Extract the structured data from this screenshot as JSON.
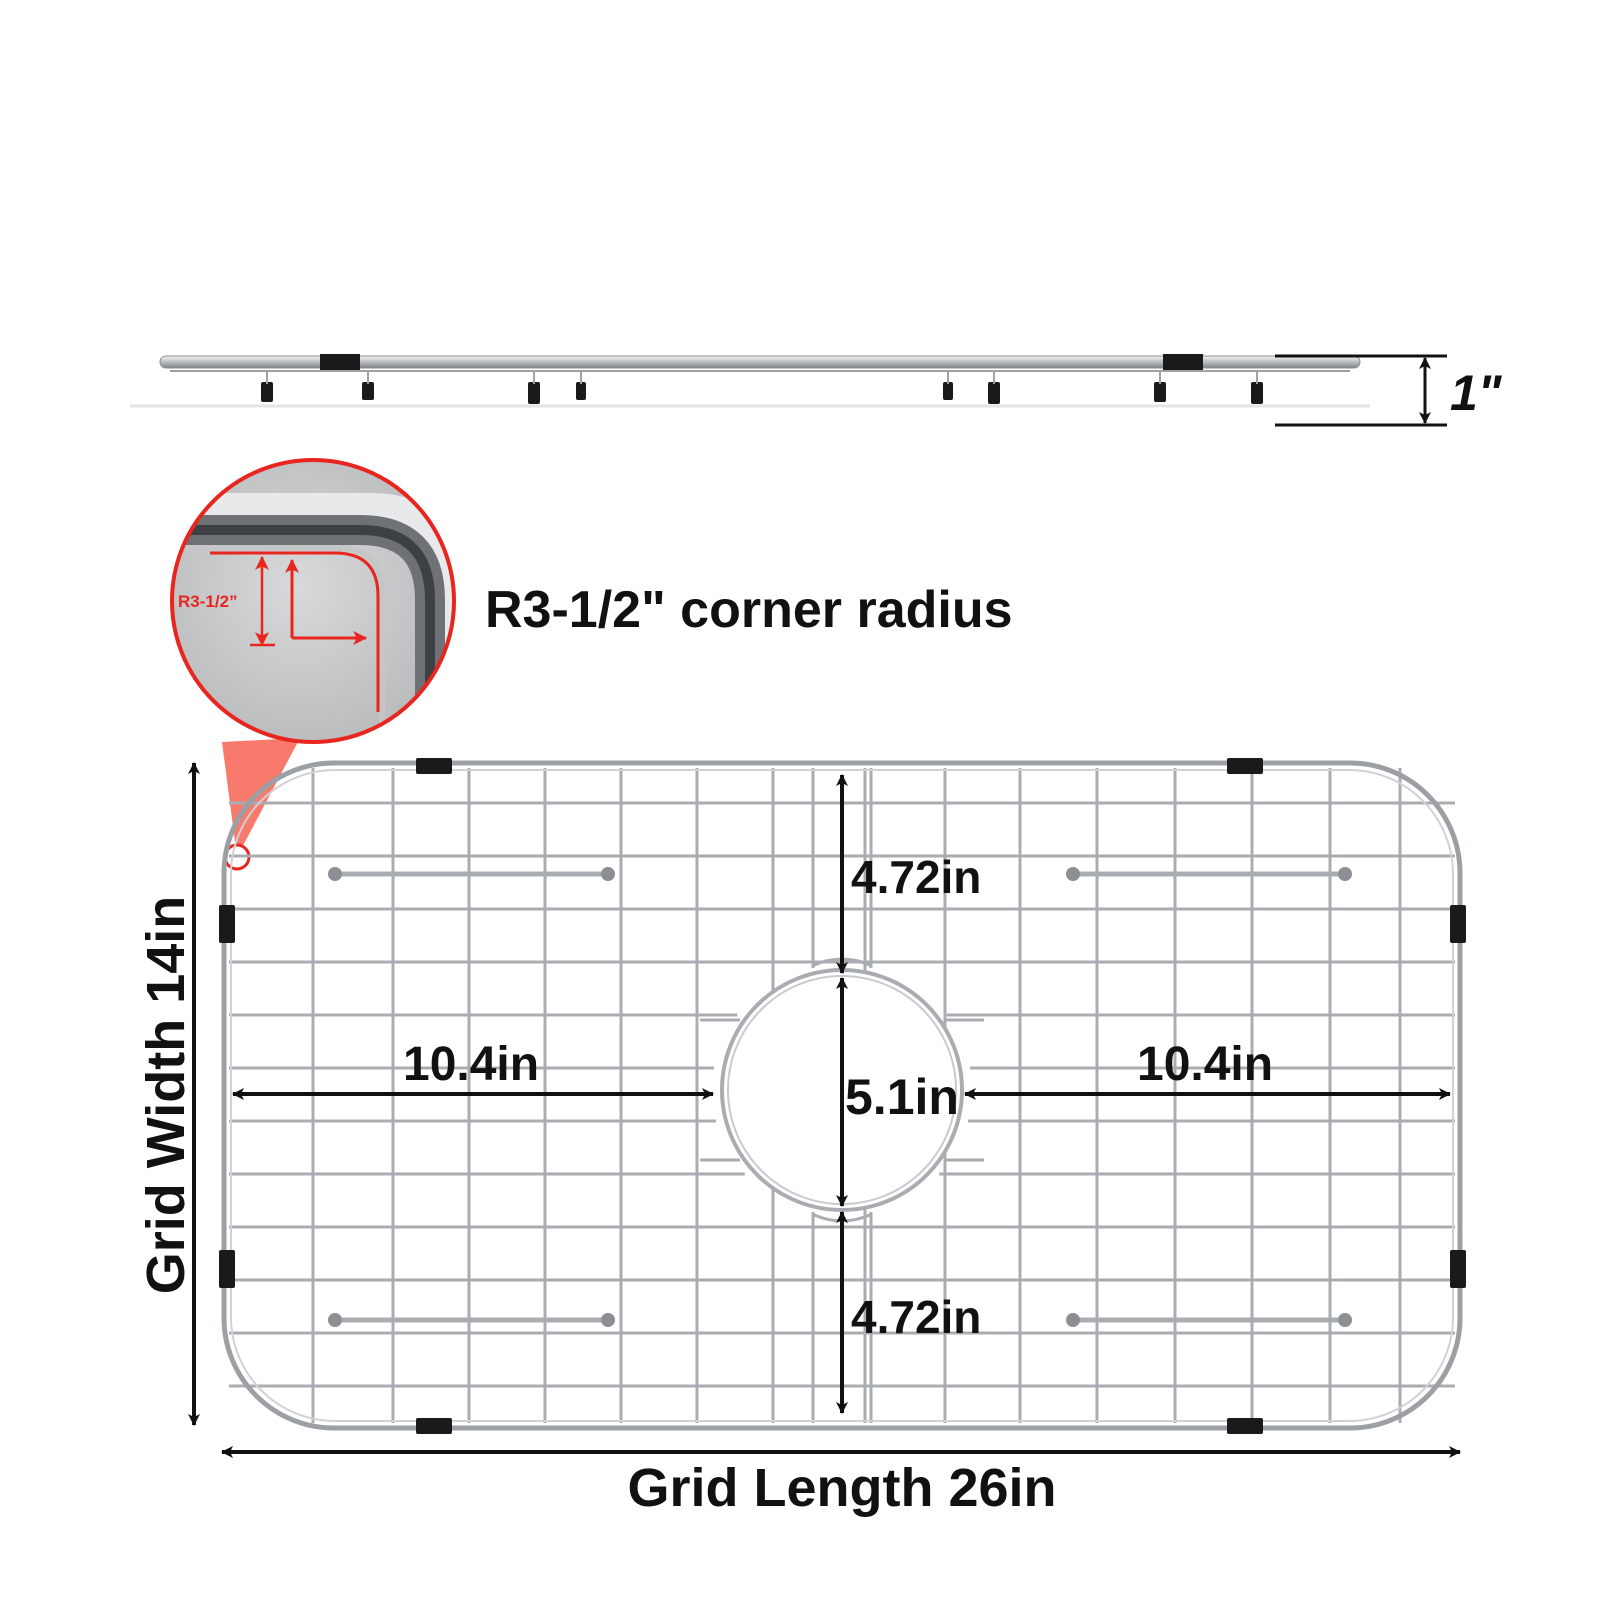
{
  "side_view": {
    "height_label": "1\""
  },
  "corner_detail": {
    "zoom_label": "R3-1/2”",
    "callout_text": "R3-1/2\" corner radius"
  },
  "dimensions": {
    "top_gap": "4.72in",
    "bottom_gap": "4.72in",
    "left_span": "10.4in",
    "right_span": "10.4in",
    "drain_diameter": "5.1in",
    "grid_width": "Grid Width 14in",
    "grid_length": "Grid Length 26in"
  },
  "colors": {
    "accent": "#e8251f",
    "accent_soft": "#f77a6c",
    "steel": "#a9adb1",
    "rubber": "#1a1a1a",
    "ink": "#111111"
  }
}
